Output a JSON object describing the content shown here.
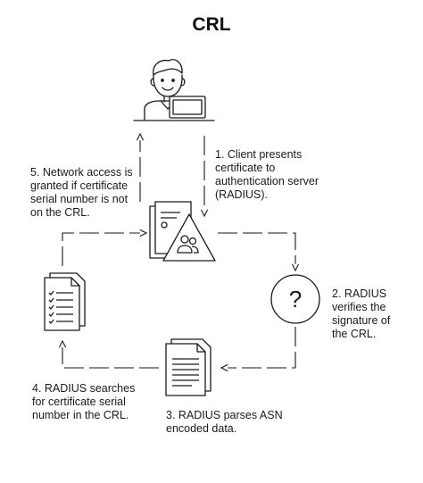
{
  "diagram": {
    "title": "CRL",
    "steps": [
      {
        "number": "1",
        "lines": [
          "1. Client presents",
          "certificate to",
          "authentication server",
          "(RADIUS)."
        ]
      },
      {
        "number": "2",
        "lines": [
          "2. RADIUS",
          "verifies the",
          "signature of",
          "the CRL."
        ]
      },
      {
        "number": "3",
        "lines": [
          "3. RADIUS parses ASN",
          "encoded data."
        ]
      },
      {
        "number": "4",
        "lines": [
          "4. RADIUS searches",
          "for certificate serial",
          "number in the CRL."
        ]
      },
      {
        "number": "5",
        "lines": [
          "5. Network access is",
          "granted if certificate",
          "serial number is not",
          "on the CRL."
        ]
      }
    ],
    "icons": {
      "client": "person-at-laptop-icon",
      "certificate": "certificate-with-warning-user-icon",
      "verify": "question-mark-circle-icon",
      "asn": "document-text-icon",
      "crl": "checklist-document-icon"
    },
    "question_mark": "?",
    "colors": {
      "line": "#1a1a1a",
      "background": "#ffffff"
    }
  }
}
